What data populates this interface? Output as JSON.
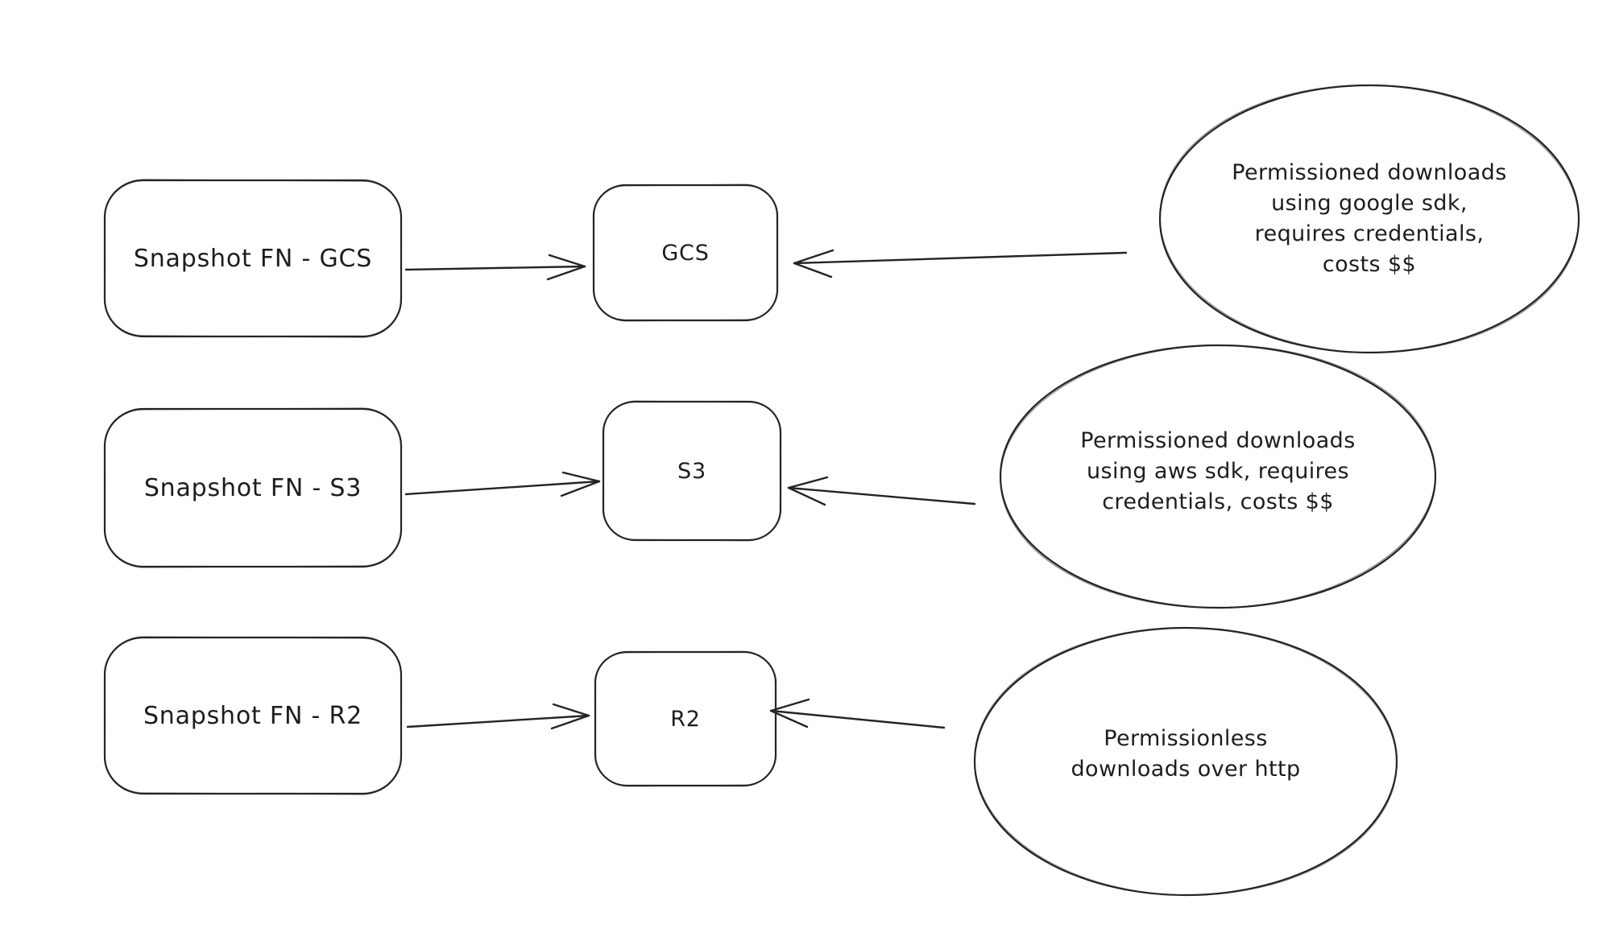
{
  "canvas": {
    "background": "#ffffff",
    "ink_color": "#222222",
    "text_color": "#1d1d1d"
  },
  "rows": [
    {
      "id": "gcs",
      "source_label": "Snapshot FN - GCS",
      "target_label": "GCS",
      "note_lines": [
        "Permissioned downloads",
        "using google sdk,",
        "requires credentials,",
        "costs $$"
      ]
    },
    {
      "id": "s3",
      "source_label": "Snapshot FN - S3",
      "target_label": "S3",
      "note_lines": [
        "Permissioned downloads",
        "using aws sdk, requires",
        "credentials, costs $$"
      ]
    },
    {
      "id": "r2",
      "source_label": "Snapshot FN - R2",
      "target_label": "R2",
      "note_lines": [
        "Permissionless",
        "downloads over http"
      ]
    }
  ]
}
